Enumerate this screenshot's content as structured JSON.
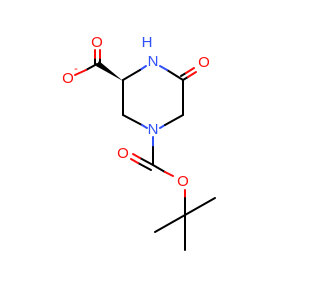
{
  "molecule": {
    "colors": {
      "carbon_bond": "#000000",
      "oxygen": "#ff0d0d",
      "nitrogen": "#3050f8"
    },
    "atoms": {
      "carboxylate_o_single": "O",
      "carboxylate_o_minus": "-",
      "carboxylate_o_double": "O",
      "amide_nh": "H",
      "amide_n_letter": "N",
      "lactam_o": "O",
      "ring_n": "N",
      "carbamate_o_double": "O",
      "carbamate_o_ester": "O"
    }
  }
}
